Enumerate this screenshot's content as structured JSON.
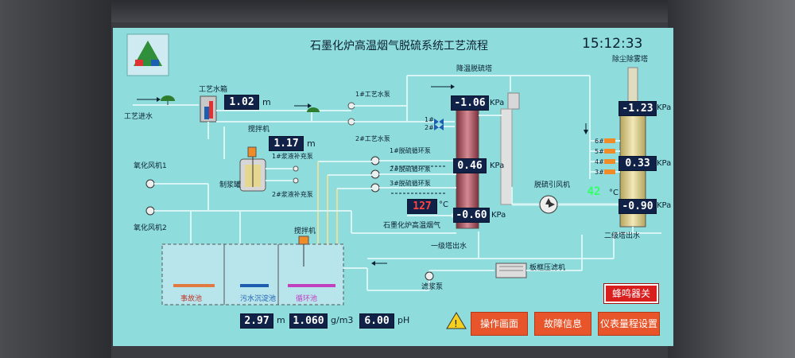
{
  "header": {
    "title": "石墨化炉高温烟气脱硫系统工艺流程",
    "clock": "15:12:33"
  },
  "labels": {
    "process_water_tank": "工艺水箱",
    "process_water_in": "工艺进水",
    "mixer_1": "搅拌机",
    "slurry_tank": "制浆罐",
    "slurry_pump_1": "1#浆液补充泵",
    "slurry_pump_2": "2#浆液补充泵",
    "water_pump_1": "1#工艺水泵",
    "water_pump_2": "2#工艺水泵",
    "oxidation_fan_1": "氧化风机1",
    "oxidation_fan_2": "氧化风机2",
    "desulf_tower": "降温脱硫塔",
    "dust_tower": "除尘除雾塔",
    "circ_pump_1": "1#脱硫循环泵",
    "circ_pump_2": "2#脱硫循环泵",
    "circ_pump_3": "3#脱硫循环泵",
    "induced_fan": "脱硫引风机",
    "flue_gas": "石墨化炉高温烟气",
    "stage1_outlet": "一级塔出水",
    "stage2_outlet": "二级塔出水",
    "mixer_2": "搅拌机",
    "filter_press": "板框压滤机",
    "filtrate_pump": "滤浆泵",
    "accident_pool": "事故池",
    "sewage_pool": "污水沉淀池",
    "circ_pool": "循环池",
    "valve_1": "1#",
    "valve_2": "2#",
    "nozzle_6": "6#",
    "nozzle_5": "5#",
    "nozzle_4": "4#",
    "nozzle_3": "3#"
  },
  "readings": {
    "tank_level": {
      "value": "1.02",
      "unit": "m"
    },
    "slurry_level": {
      "value": "1.17",
      "unit": "m"
    },
    "desulf_top_pressure": {
      "value": "-1.06",
      "unit": "KPa"
    },
    "desulf_mid_pressure": {
      "value": "0.46",
      "unit": "KPa"
    },
    "desulf_inlet_pressure": {
      "value": "-0.60",
      "unit": "KPa"
    },
    "flue_temp": {
      "value": "127",
      "unit": "°C"
    },
    "dust_top_pressure": {
      "value": "-1.23",
      "unit": "KPa"
    },
    "dust_mid_pressure": {
      "value": "0.33",
      "unit": "KPa"
    },
    "dust_inlet_pressure": {
      "value": "-0.90",
      "unit": "KPa"
    },
    "outlet_temp": {
      "value": "42",
      "unit": "°C"
    },
    "pool_level": {
      "value": "2.97",
      "unit": "m"
    },
    "density": {
      "value": "1.060",
      "unit": "g/m3"
    },
    "ph": {
      "value": "6.00",
      "unit": "pH"
    }
  },
  "buttons": {
    "buzzer_off": "蜂鸣器关",
    "operation": "操作画面",
    "fault": "故障信息",
    "range_setting": "仪表量程设置"
  },
  "icons": {
    "warning": "warning-icon",
    "logo": "company-logo"
  },
  "colors": {
    "screen_bg": "#8edcdc",
    "value_bg": "#112248",
    "button": "#e8552a",
    "buzzer": "#d91e1e"
  }
}
